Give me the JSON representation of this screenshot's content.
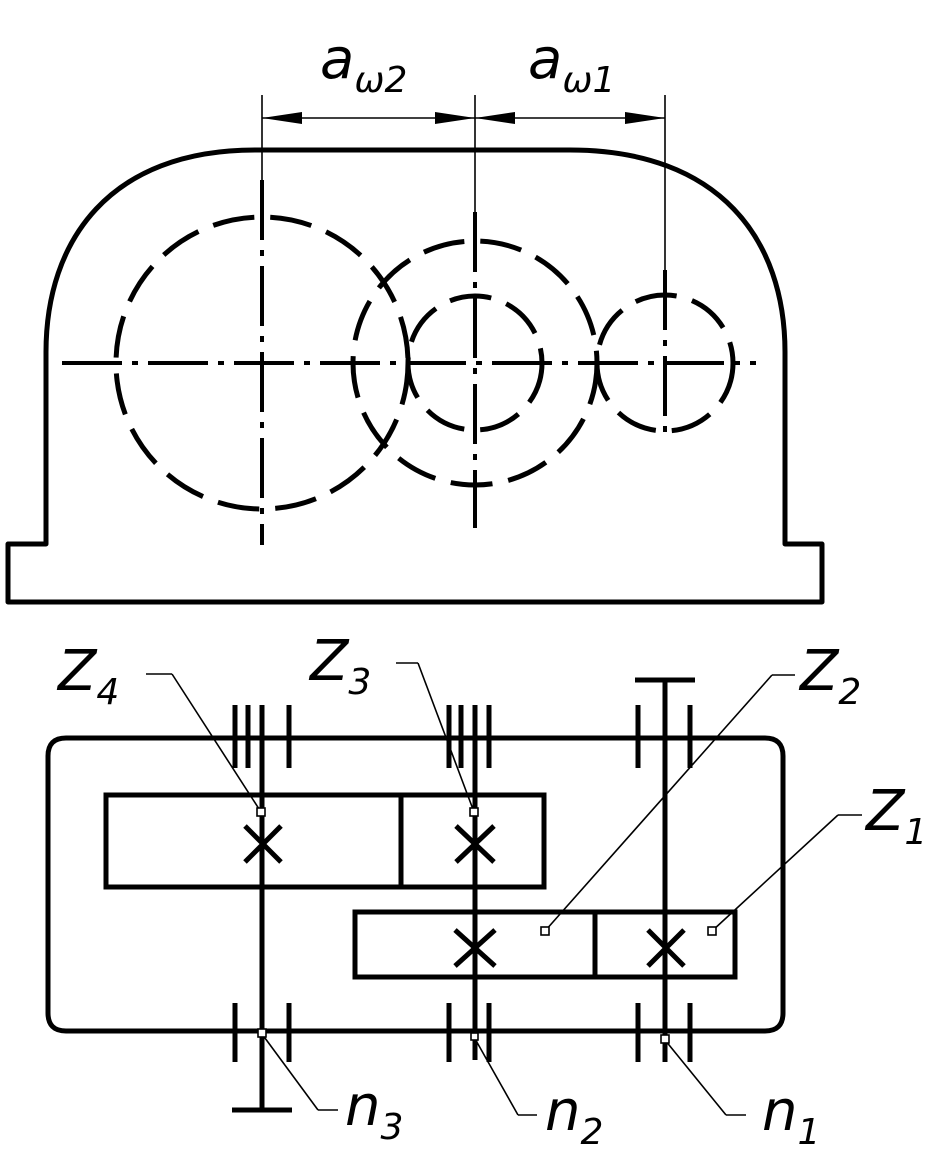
{
  "labels": {
    "aw2": {
      "main": "a",
      "sub": "ω2"
    },
    "aw1": {
      "main": "a",
      "sub": "ω1"
    },
    "z4": {
      "main": "Z",
      "sub": "4"
    },
    "z3": {
      "main": "Z",
      "sub": "3"
    },
    "z2": {
      "main": "Z",
      "sub": "2"
    },
    "z1": {
      "main": "Z",
      "sub": "1"
    },
    "n3": {
      "main": "n",
      "sub": "3"
    },
    "n2": {
      "main": "n",
      "sub": "2"
    },
    "n1": {
      "main": "n",
      "sub": "1"
    }
  }
}
